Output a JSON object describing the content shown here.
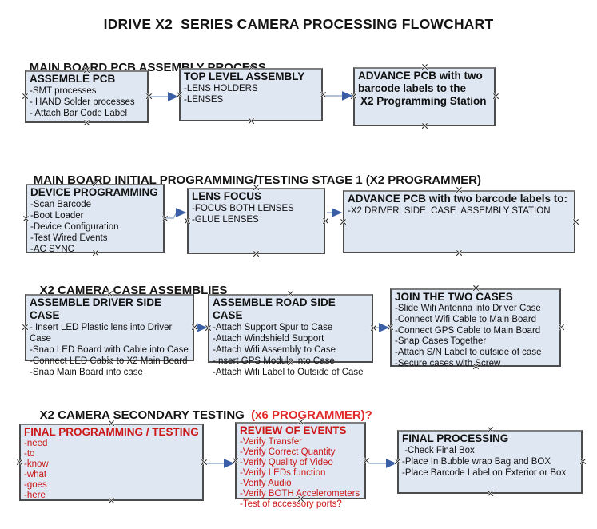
{
  "title": "IDRIVE X2  SERIES CAMERA PROCESSING FLOWCHART",
  "colors": {
    "box_fill": "#dfe7f2",
    "box_border": "#4c4c4c",
    "red_text": "#cc1717",
    "heading_red": "#e22a2a",
    "arrow_line": "#96abc9",
    "arrow_head": "#3a5fa6"
  },
  "sections": [
    {
      "heading": "MAIN BOARD PCB ASSEMBLY PROCESS",
      "boxes": [
        {
          "title": "ASSEMBLE PCB",
          "lines": [
            "-SMT processes",
            "- HAND Solder processes",
            "- Attach Bar Code Label"
          ]
        },
        {
          "title": "TOP LEVEL ASSEMBLY",
          "lines": [
            "-LENS HOLDERS",
            "-LENSES"
          ]
        },
        {
          "title": "ADVANCE PCB with two barcode labels to the",
          "lines": [
            "X2 Programming Station"
          ]
        }
      ]
    },
    {
      "heading": "MAIN BOARD INITIAL PROGRAMMING/TESTING STAGE 1 (X2 PROGRAMMER)",
      "boxes": [
        {
          "title": "DEVICE PROGRAMMING",
          "lines": [
            "-Scan Barcode",
            "-Boot Loader",
            "-Device Configuration",
            "-Test Wired Events",
            "-AC SYNC"
          ]
        },
        {
          "title": "LENS FOCUS",
          "lines": [
            "-FOCUS BOTH LENSES",
            "-GLUE LENSES"
          ]
        },
        {
          "title": "ADVANCE PCB with two barcode labels to:",
          "lines": [
            "-X2 DRIVER  SIDE  CASE  ASSEMBLY STATION"
          ]
        }
      ]
    },
    {
      "heading": "X2 CAMERA CASE ASSEMBLIES",
      "boxes": [
        {
          "title": "ASSEMBLE DRIVER SIDE CASE",
          "lines": [
            "- Insert LED Plastic lens into Driver Case",
            "-Snap LED Board with Cable into Case",
            "-Connect LED Cable to X2 Main Board",
            "-Snap Main Board into case"
          ]
        },
        {
          "title": "ASSEMBLE ROAD SIDE CASE",
          "lines": [
            "-Attach Support Spur to Case",
            "-Attach Windshield Support",
            "-Attach Wifi Assembly to Case",
            "-Insert GPS Module into Case",
            "-Attach Wifi Label to Outside of Case"
          ]
        },
        {
          "title": "JOIN THE TWO CASES",
          "lines": [
            "-Slide Wifi Antenna into Driver Case",
            "-Connect Wifi Cable to Main Board",
            "-Connect GPS Cable to Main Board",
            "-Snap Cases Together",
            "-Attach S/N Label to outside of case",
            "-Secure cases with Screw"
          ]
        }
      ]
    },
    {
      "heading": "X2 CAMERA SECONDARY TESTING  ",
      "heading_red": "(x6 PROGRAMMER)?",
      "boxes": [
        {
          "title": "FINAL PROGRAMMING / TESTING",
          "lines": [
            "-need",
            "-to",
            "-know",
            "-what",
            "-goes",
            "-here"
          ]
        },
        {
          "title": "REVIEW OF EVENTS",
          "lines": [
            "-Verify Transfer",
            "-Verify Correct Quantity",
            "-Verify Quality of Video",
            "-Verify LEDs function",
            "-Verify Audio",
            "-Verify BOTH Accelerometers",
            "-Test of accessory ports?"
          ]
        },
        {
          "title": "FINAL PROCESSING",
          "lines": [
            " -Check Final Box",
            "-Place In Bubble wrap Bag and BOX",
            "-Place Barcode Label on Exterior or Box"
          ]
        }
      ]
    }
  ]
}
